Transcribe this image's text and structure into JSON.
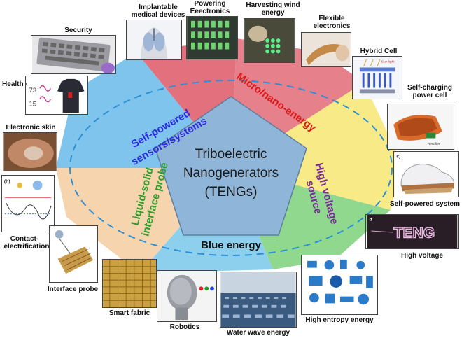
{
  "center": {
    "line1": "Triboelectric",
    "line2": "Nanogenerators",
    "line3": "(TENGs)"
  },
  "sectors": {
    "self_powered_1": "Self-powered",
    "self_powered_2": "sensors/systems",
    "micro_nano": "Micro/nano-energy",
    "high_voltage_1": "High voltage",
    "high_voltage_2": "source",
    "blue_energy": "Blue energy",
    "liquid_solid_1": "Liquid-solid",
    "liquid_solid_2": "interface probe"
  },
  "applications": {
    "security": "Security",
    "implantable_1": "Implantable",
    "implantable_2": "medical devices",
    "powering_1": "Powering",
    "powering_2": "Eeectronics",
    "wind_1": "Harvesting wind",
    "wind_2": "energy",
    "flexible_1": "Flexible",
    "flexible_2": "electronics",
    "hybrid": "Hybrid Cell",
    "selfcharging_1": "Self-charging",
    "selfcharging_2": "power cell",
    "health_care": "Health care",
    "electronic_skin": "Electronic skin",
    "self_powered_system": "Self-powered system",
    "contact_1": "Contact-",
    "contact_2": "electrification",
    "high_voltage": "High voltage",
    "interface_probe": "Interface probe",
    "smart_fabric": "Smart fabric",
    "robotics": "Robotics",
    "water_wave": "Water wave energy",
    "high_entropy": "High entropy energy"
  },
  "insets": {
    "hybrid_tag": "Sun light",
    "selfcharge_tag": "Rectifier",
    "shoe_tag": "c)",
    "hv_tag": "d",
    "hv_text": "TENG",
    "contact_tag": "(h)",
    "health_1": "73",
    "health_2": "15"
  },
  "colors": {
    "sector_red": "#e35c6c",
    "sector_yellow": "#f8e67a",
    "sector_green": "#8fd88d",
    "sector_blue": "#7fc4ec",
    "sector_peach": "#f6d4ae",
    "pentagon": "#8fb5d8",
    "dashed_ellipse": "#2d8fd6"
  }
}
